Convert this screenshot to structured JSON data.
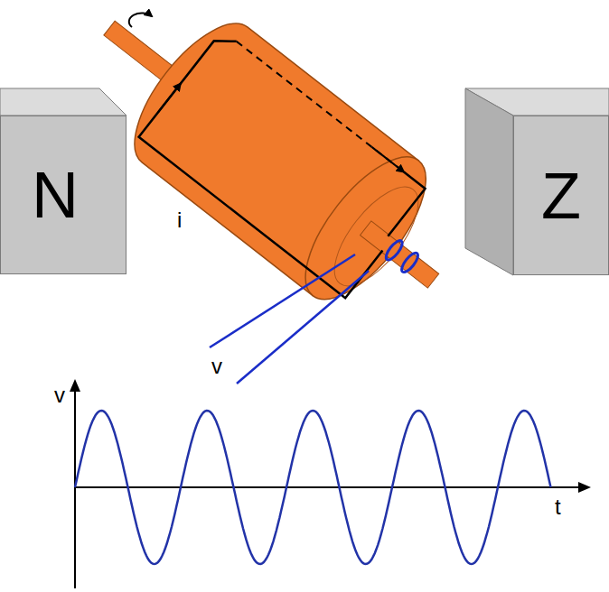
{
  "diagram": {
    "nodes": [
      {
        "text": [
          "N"
        ]
      },
      {
        "text": [
          "Z"
        ]
      }
    ],
    "labels": [
      "i",
      "v",
      "v",
      "t"
    ]
  }
}
